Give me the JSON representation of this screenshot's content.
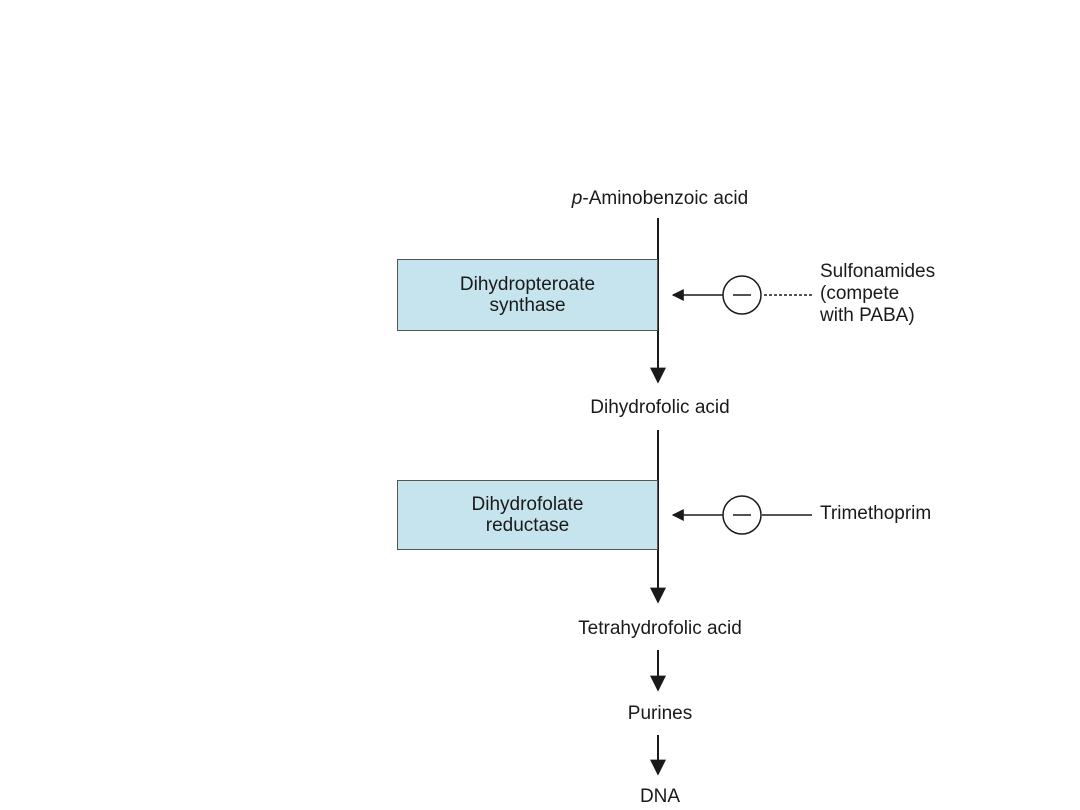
{
  "pathway": {
    "start_prefix": "p",
    "start_rest": "-Aminobenzoic acid",
    "intermediate_1": "Dihydrofolic acid",
    "intermediate_2": "Tetrahydrofolic acid",
    "product_1": "Purines",
    "product_2": "DNA"
  },
  "enzymes": [
    {
      "line1": "Dihydropteroate",
      "line2": "synthase"
    },
    {
      "line1": "Dihydrofolate",
      "line2": "reductase"
    }
  ],
  "inhibitors": [
    {
      "line1": "Sulfonamides",
      "line2": "(compete",
      "line3": "with PABA)",
      "symbol": "−"
    },
    {
      "line1": "Trimethoprim",
      "symbol": "−"
    }
  ],
  "colors": {
    "enzyme_fill": "#c6e4ee",
    "line": "#1a1a1a"
  }
}
